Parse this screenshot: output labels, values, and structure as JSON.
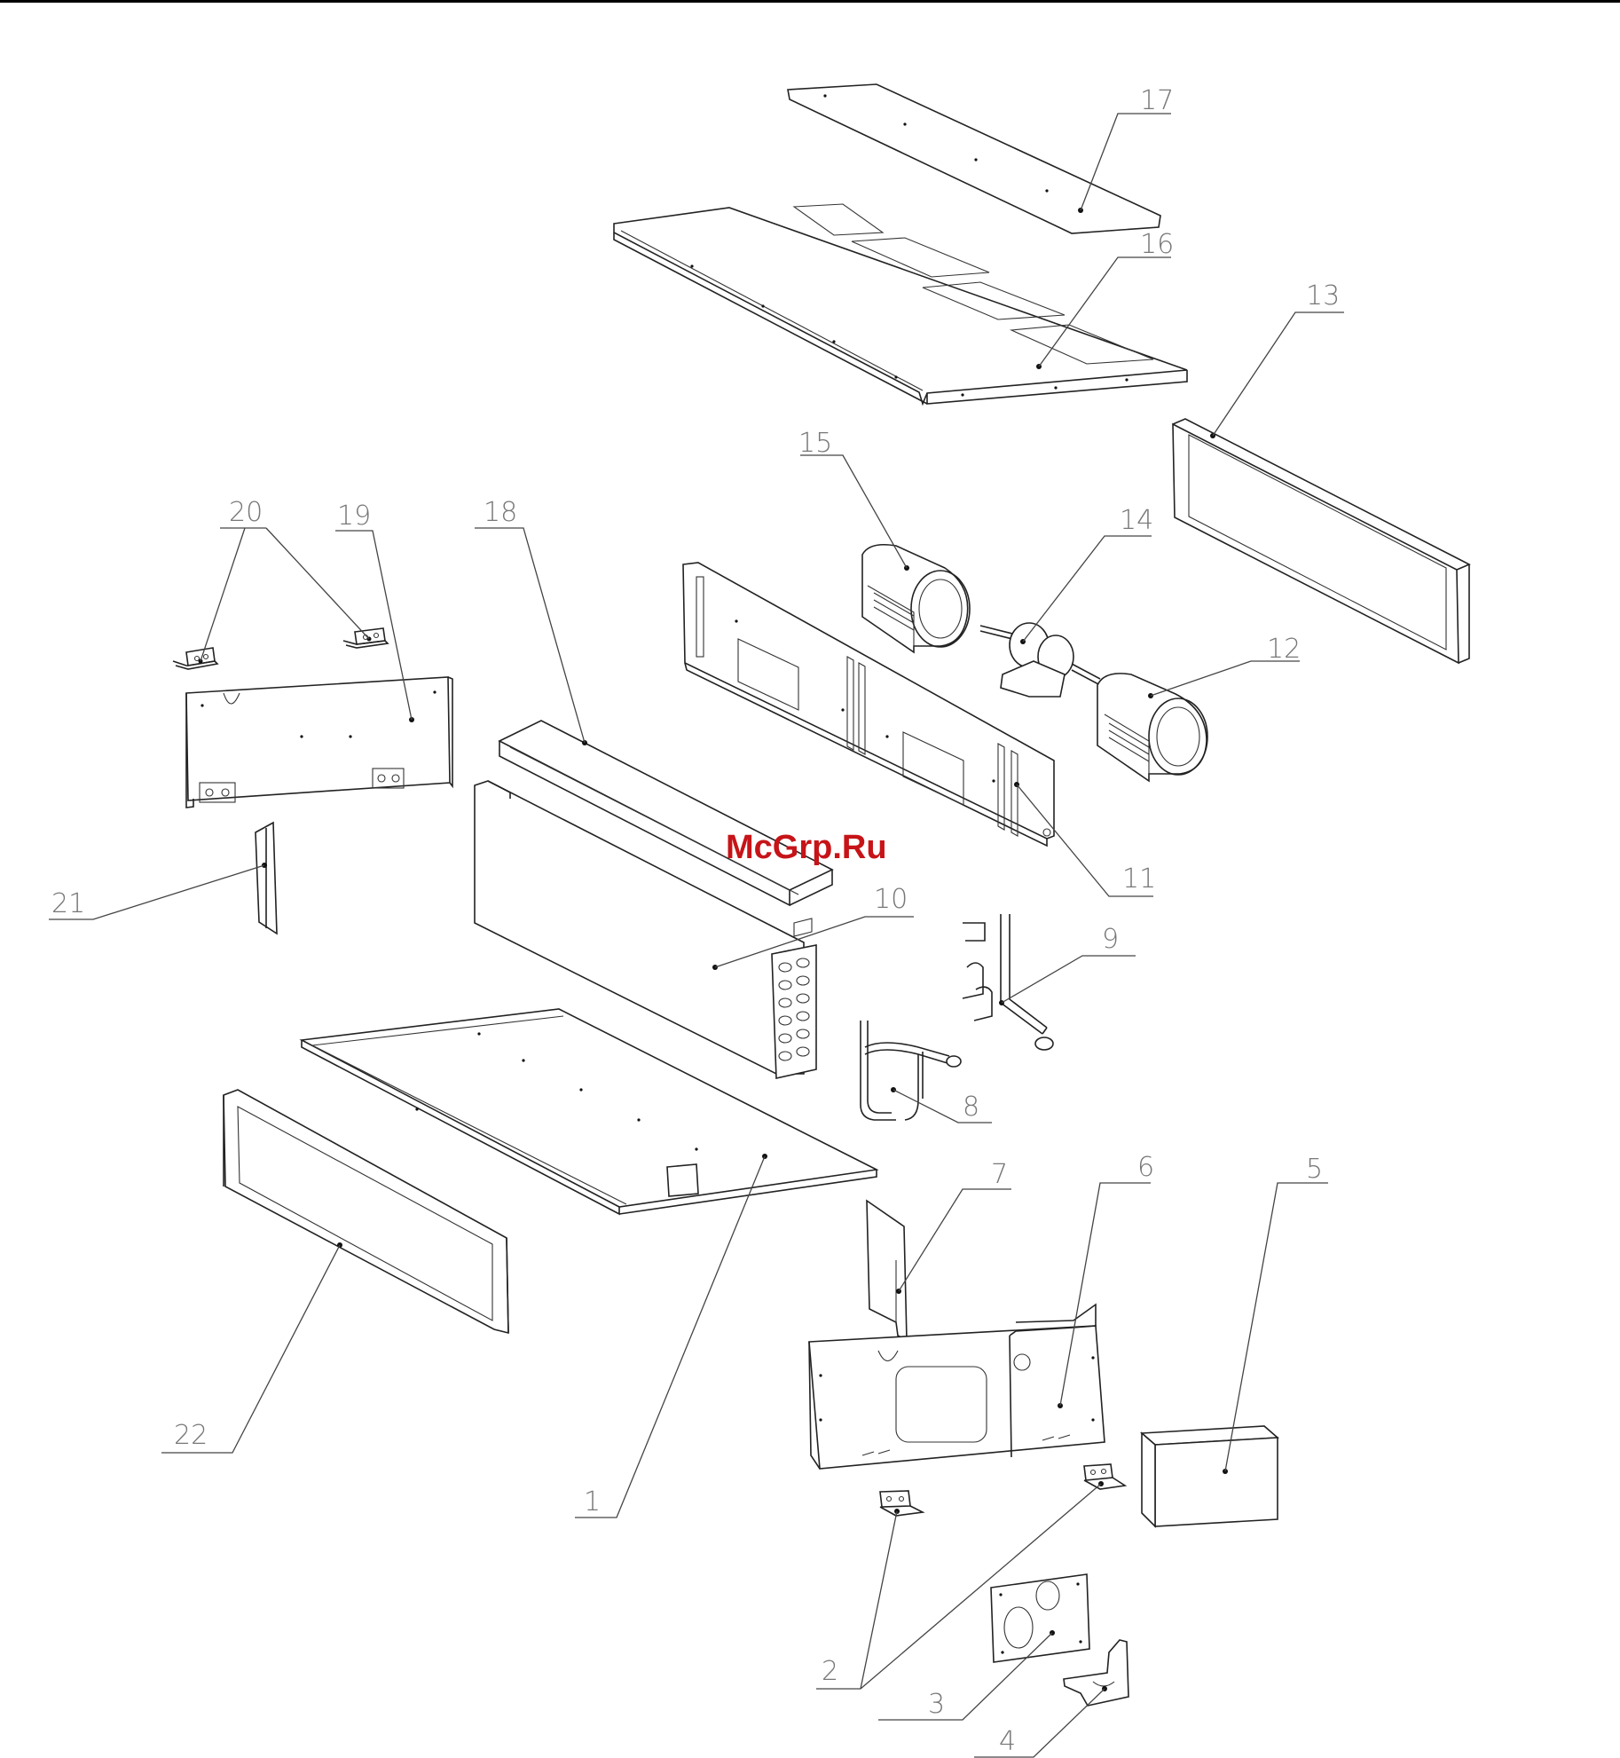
{
  "watermark": "McGrp.Ru",
  "callouts": [
    {
      "id": "1",
      "label": "1",
      "part": "base-plate"
    },
    {
      "id": "2",
      "label": "2",
      "part": "mounting-bracket"
    },
    {
      "id": "3",
      "label": "3",
      "part": "pipe-cover-plate"
    },
    {
      "id": "4",
      "label": "4",
      "part": "clamp-plate"
    },
    {
      "id": "5",
      "label": "5",
      "part": "electric-box"
    },
    {
      "id": "6",
      "label": "6",
      "part": "side-panel-right"
    },
    {
      "id": "7",
      "label": "7",
      "part": "partition-plate"
    },
    {
      "id": "8",
      "label": "8",
      "part": "liquid-pipe-assembly"
    },
    {
      "id": "9",
      "label": "9",
      "part": "gas-pipe-assembly"
    },
    {
      "id": "10",
      "label": "10",
      "part": "evaporator"
    },
    {
      "id": "11",
      "label": "11",
      "part": "fan-mounting-plate"
    },
    {
      "id": "12",
      "label": "12",
      "part": "centrifugal-fan-right"
    },
    {
      "id": "13",
      "label": "13",
      "part": "air-outlet-frame"
    },
    {
      "id": "14",
      "label": "14",
      "part": "fan-motor"
    },
    {
      "id": "15",
      "label": "15",
      "part": "centrifugal-fan-left"
    },
    {
      "id": "16",
      "label": "16",
      "part": "top-cover"
    },
    {
      "id": "17",
      "label": "17",
      "part": "top-cover-plate"
    },
    {
      "id": "18",
      "label": "18",
      "part": "drain-pan"
    },
    {
      "id": "19",
      "label": "19",
      "part": "side-panel-left"
    },
    {
      "id": "20",
      "label": "20",
      "part": "mounting-bracket-small"
    },
    {
      "id": "21",
      "label": "21",
      "part": "support-plate"
    },
    {
      "id": "22",
      "label": "22",
      "part": "air-inlet-frame"
    }
  ]
}
